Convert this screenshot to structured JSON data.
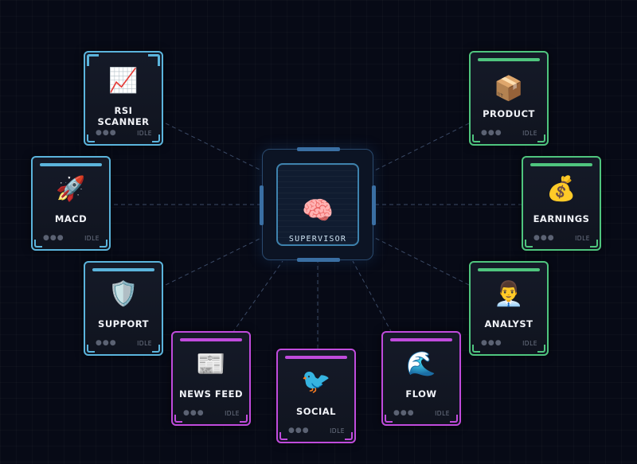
{
  "supervisor": {
    "label": "SUPERVISOR",
    "icon": "brain-icon",
    "glyph": "🧠"
  },
  "status_dots": "●●●",
  "colors": {
    "blue": "#5bb4dc",
    "green": "#4fc57e",
    "purple": "#c04bdc",
    "link": "#3b4a66"
  },
  "agents": [
    {
      "label": "RSI\nSCANNER",
      "status": "IDLE",
      "icon": "chart-increasing-icon",
      "glyph": "📈"
    },
    {
      "label": "MACD",
      "status": "IDLE",
      "icon": "rocket-icon",
      "glyph": "🚀"
    },
    {
      "label": "SUPPORT",
      "status": "IDLE",
      "icon": "shield-icon",
      "glyph": "🛡️"
    },
    {
      "label": "NEWS FEED",
      "status": "IDLE",
      "icon": "newspaper-icon",
      "glyph": "📰"
    },
    {
      "label": "SOCIAL",
      "status": "IDLE",
      "icon": "bird-icon",
      "glyph": "🐦"
    },
    {
      "label": "FLOW",
      "status": "IDLE",
      "icon": "wave-icon",
      "glyph": "🌊"
    },
    {
      "label": "ANALYST",
      "status": "IDLE",
      "icon": "person-office-worker-icon",
      "glyph": "👨‍💼"
    },
    {
      "label": "EARNINGS",
      "status": "IDLE",
      "icon": "money-bag-icon",
      "glyph": "💰"
    },
    {
      "label": "PRODUCT",
      "status": "IDLE",
      "icon": "package-icon",
      "glyph": "📦"
    }
  ]
}
